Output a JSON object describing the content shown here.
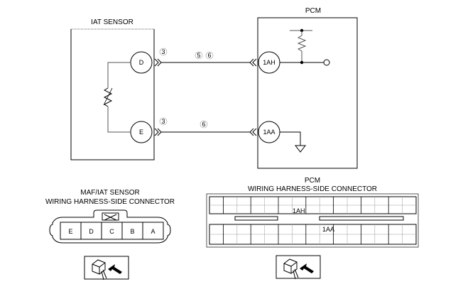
{
  "diagram": {
    "iat_sensor": {
      "title": "IAT SENSOR",
      "terminals": [
        {
          "id": "D",
          "wire_refs": [
            "3"
          ]
        },
        {
          "id": "E",
          "wire_refs": [
            "3"
          ]
        }
      ]
    },
    "pcm": {
      "title": "PCM",
      "terminals": [
        {
          "id": "1AH"
        },
        {
          "id": "1AA"
        }
      ]
    },
    "wires": [
      {
        "from": "D",
        "to": "1AH",
        "refs": [
          "5",
          "6"
        ]
      },
      {
        "from": "E",
        "to": "1AA",
        "refs": [
          "6"
        ]
      }
    ],
    "wire_labels": {
      "d_side": "3",
      "e_side": "3",
      "top_wire_a": "5",
      "top_wire_b": "6",
      "bottom_wire": "6"
    }
  },
  "connectors": {
    "maf_iat": {
      "title_line1": "MAF/IAT SENSOR",
      "title_line2": "WIRING HARNESS-SIDE CONNECTOR",
      "pins": [
        "E",
        "D",
        "C",
        "B",
        "A"
      ]
    },
    "pcm": {
      "title_line1": "PCM",
      "title_line2": "WIRING HARNESS-SIDE CONNECTOR",
      "upper_label": "1AH",
      "lower_label": "1AA"
    }
  },
  "icons": {
    "view_left": "harness-side-view-icon",
    "view_right": "harness-side-view-icon"
  }
}
